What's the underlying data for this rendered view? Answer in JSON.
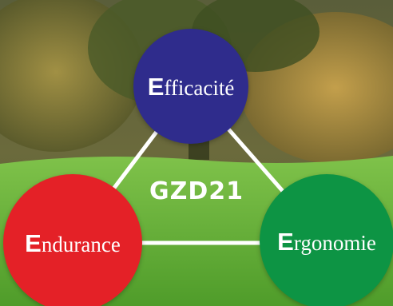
{
  "center_title": "GZD21",
  "nodes": [
    {
      "id": "efficacite",
      "initial": "E",
      "rest": "fficacité",
      "color": "#2f2c8c"
    },
    {
      "id": "endurance",
      "initial": "E",
      "rest": "ndurance",
      "color": "#e42127"
    },
    {
      "id": "ergonomie",
      "initial": "E",
      "rest": "rgonomie",
      "color": "#0d9444"
    }
  ],
  "colors": {
    "connector": "#ffffff",
    "foliage": "#6e7a3c",
    "grass": "#5eb133"
  }
}
